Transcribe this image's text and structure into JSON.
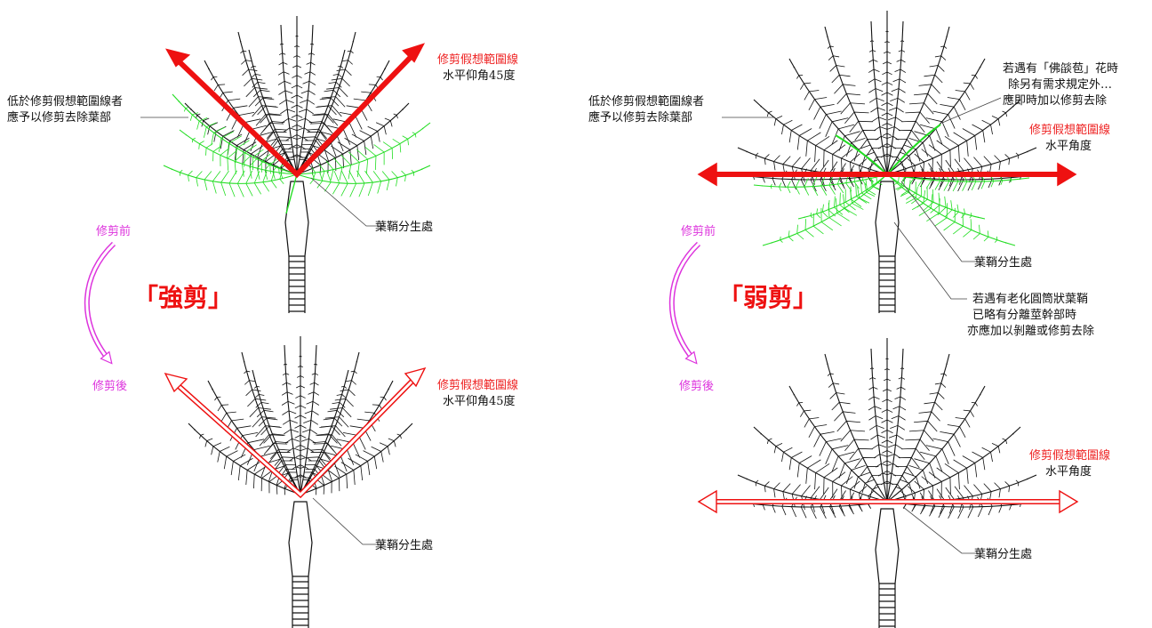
{
  "colors": {
    "ink": "#111111",
    "cut_foliage": "#22dd22",
    "limit_red": "#ee1111",
    "label_red": "#ee2222",
    "label_magenta": "#dd33dd",
    "big_label": "#ee1111",
    "leader": "#444444"
  },
  "left": {
    "title": "「強剪」",
    "before_label": "修剪前",
    "after_label": "修剪後",
    "top": {
      "limit_label": "修剪假想範圍線",
      "angle_label": "水平仰角45度",
      "below_note": [
        "低於修剪假想範圍線者",
        "應予以修剪去除葉部"
      ],
      "sheath_label": "葉鞘分生處"
    },
    "bottom": {
      "limit_label": "修剪假想範圍線",
      "angle_label": "水平仰角45度",
      "sheath_label": "葉鞘分生處"
    }
  },
  "right": {
    "title": "「弱剪」",
    "before_label": "修剪前",
    "after_label": "修剪後",
    "top": {
      "below_note": [
        "低於修剪假想範圍線者",
        "應予以修剪去除葉部"
      ],
      "flower_note": [
        "若遇有「佛燄苞」花時",
        "除另有需求規定外…",
        "應即時加以修剪去除"
      ],
      "limit_label": "修剪假想範圍線",
      "angle_label": "水平角度",
      "sheath_label": "葉鞘分生處",
      "sheath_note": [
        "若遇有老化圓筒狀葉鞘",
        "已略有分離莖幹部時",
        "亦應加以剝離或修剪去除"
      ]
    },
    "bottom": {
      "limit_label": "修剪假想範圍線",
      "angle_label": "水平角度",
      "sheath_label": "葉鞘分生處"
    }
  }
}
